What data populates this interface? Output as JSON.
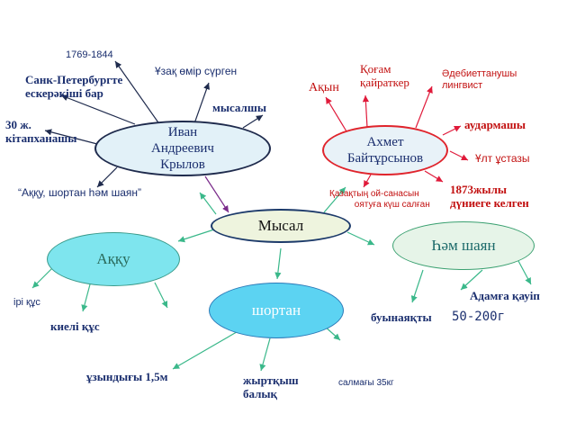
{
  "nodes": {
    "krylov": "Иван\nАндреевич\nКрылов",
    "baitursynov": "Ахмет\nБайтұрсынов",
    "mysal": "Мысал",
    "akku": "Аққу",
    "sortan": "шортан",
    "shayan": "Һәм шаян"
  },
  "labels": {
    "years": "1769-1844",
    "long_life": "Ұзақ өмір сүрген",
    "petersburg": "Санк-Петербургте\nескерәкіші бар",
    "fabulist": "мысалшы",
    "library": "30 ж.\nкітапханашы",
    "fable_title": "“Аққу, шортан  һәм шаян”",
    "public_figure": "Қоғам\nқайраткер",
    "poet": "Ақын",
    "literary_scholar": "Әдебиеттанушы\nлингвист",
    "translator": "аудармашы",
    "teacher": "Ұлт ұстазы",
    "consciousness": "Қазақтың ой-санасын\n          оятуға күш салған",
    "born": "1873жылы\nдүниеге келген",
    "big_bird": "ірі құс",
    "sacred_bird": "киелі құс",
    "length": "ұзындығы 1,5м",
    "predator_fish": "жыртқыш\nбалық",
    "weight": "салмағы 35кг",
    "danger": "Адамға қауіп",
    "arthropod": "буынаяқты",
    "weight_crab": "50-200г"
  },
  "colors": {
    "krylov_fill": "#e2f1f8",
    "krylov_border": "#1f2b4d",
    "baitursynov_fill": "#e8f2f8",
    "baitursynov_border": "#e0242c",
    "mysal_fill": "#eef4de",
    "mysal_border": "#1c3a6a",
    "akku_fill": "#7ee5ee",
    "akku_border": "#3a9a8a",
    "sortan_fill": "#5cd3f2",
    "sortan_border": "#2c7ab8",
    "shayan_fill": "#e6f4e8",
    "shayan_border": "#3aa070",
    "blue_text": "#1a2e6e",
    "red_text": "#c21010",
    "purple_arrow": "#7a2a8a",
    "red_arrow": "#e01a3a",
    "green_arrow": "#3ab88a",
    "navy_arrow": "#1f2b4d"
  }
}
